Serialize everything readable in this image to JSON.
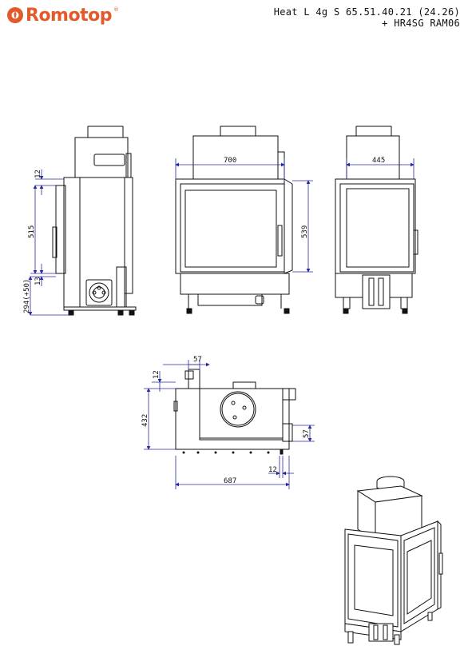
{
  "brand": {
    "name": "Romotop",
    "mark": "®",
    "color": "#e2592a"
  },
  "title": {
    "line1": "Heat L 4g S 65.51.40.21 (24.26)",
    "line2": "+ HR4SG RAM06"
  },
  "dimensions": {
    "side_top": "12",
    "side_height": "515",
    "side_gap": "13",
    "side_base": "294(+50)",
    "front_width": "700",
    "front_height": "539",
    "right_width": "445",
    "plan_offset_top": "57",
    "plan_offset_left": "12",
    "plan_depth": "432",
    "plan_right_offset": "57",
    "plan_bottom_offset": "12",
    "plan_width": "687"
  },
  "colors": {
    "line": "#111111",
    "dim": "#2a2aa0",
    "panel": "#f7f7f7"
  }
}
